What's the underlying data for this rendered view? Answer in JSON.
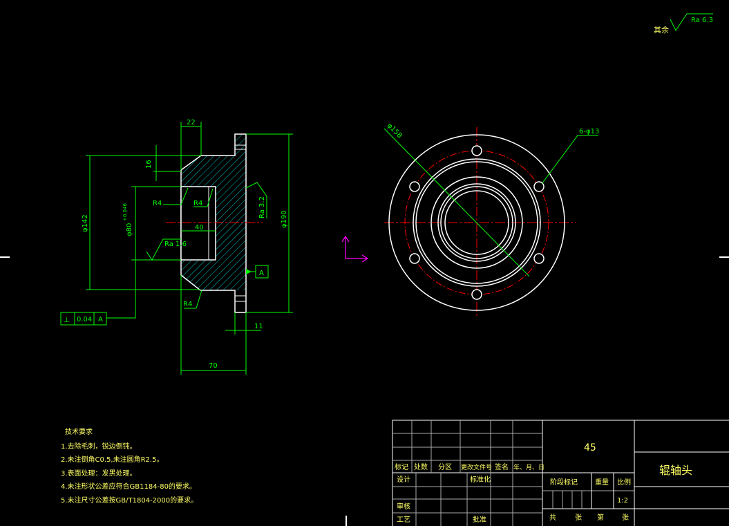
{
  "colors": {
    "background": "#000000",
    "outline": "#ffffff",
    "dimension": "#00ff00",
    "hatch": "#00c8c8",
    "centerline": "#ff0000",
    "text": "#ffff66",
    "ucs": "#ff00ff"
  },
  "surface_note": {
    "prefix": "其余",
    "value": "Ra 6.3"
  },
  "side_view": {
    "dims": {
      "d22": "22",
      "d16": "16",
      "d142": "φ142",
      "d80": "φ80",
      "d80_tol": "+0.046",
      "d190": "φ190",
      "d40": "40",
      "d70": "70",
      "d11": "11"
    },
    "radii": {
      "r_top": "R4",
      "r_inner": "R4",
      "r_bottom": "R4"
    },
    "roughness": {
      "bore": "Ra 1.6",
      "face": "Ra 3.2"
    },
    "datum": "A",
    "tolerance": {
      "symbol": "⊥",
      "value": "0.04",
      "datum": "A"
    }
  },
  "front_view": {
    "d158": "φ158",
    "holes": "6-φ13"
  },
  "tech_req": {
    "title": "技术要求",
    "items": [
      "1.去除毛刺，锐边倒钝。",
      "2.未注倒角C0.5,未注圆角R2.5。",
      "3.表面处理：发黑处理。",
      "4.未注形状公差应符合GB1184-80的要求。",
      "5.未注尺寸公差按GB/T1804-2000的要求。"
    ]
  },
  "title_block": {
    "material": "45",
    "part_name": "辊轴头",
    "row_labels": [
      "标记",
      "处数",
      "分区",
      "更改文件号",
      "签名",
      "年、月、日"
    ],
    "design": "设计",
    "standardize": "标准化",
    "review": "审核",
    "process": "工艺",
    "approve": "批准",
    "stage_mark": "阶段标记",
    "weight": "重量",
    "scale_label": "比例",
    "scale_value": "1:2",
    "total": "共",
    "sheets": "张",
    "page": "第",
    "sheets2": "张"
  }
}
